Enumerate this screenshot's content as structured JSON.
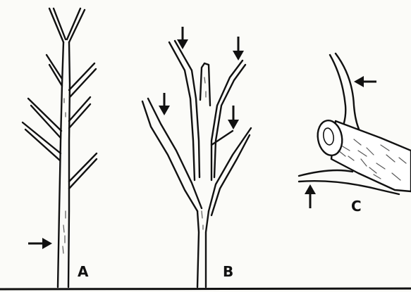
{
  "figure": {
    "panels": [
      {
        "id": "A",
        "label": "A"
      },
      {
        "id": "B",
        "label": "B"
      },
      {
        "id": "C",
        "label": "C"
      }
    ]
  },
  "colors": {
    "ink": "#111111",
    "paper": "#fbfbf8"
  }
}
